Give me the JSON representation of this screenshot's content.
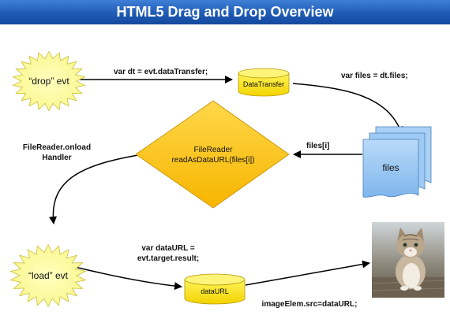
{
  "title": "HTML5 Drag and Drop Overview",
  "nodes": {
    "drop_evt": "“drop” evt",
    "load_evt": "“load” evt",
    "data_transfer": "DataTransfer",
    "files": "files",
    "filereader_line1": "FileReader",
    "filereader_line2": "readAsDataURL(files[i])",
    "data_url": "dataURL"
  },
  "edges": {
    "drop_to_datatransfer": "var dt = evt.dataTransfer;",
    "datatransfer_to_files": "var files = dt.files;",
    "files_to_filereader": "files[i]",
    "onload_line1": "FileReader.onload",
    "onload_line2": "Handler",
    "result_line1": "var dataURL =",
    "result_line2": "evt.target.result;",
    "imageelem": "imageElem.src=dataURL;"
  },
  "colors": {
    "banner": "#1f5bb5",
    "starburst": "#ffff99",
    "cylinder": "#ffee00",
    "diamond": "#ffc61a",
    "document": "#9ec9f5"
  },
  "image": "kitten-photo"
}
